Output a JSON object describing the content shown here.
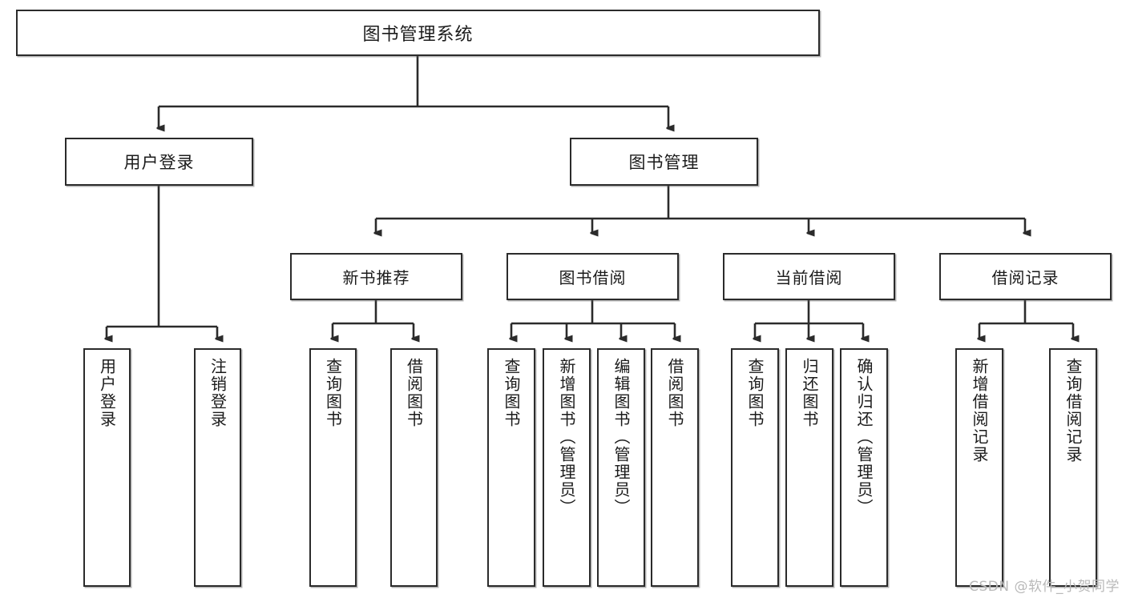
{
  "diagram": {
    "title": "图书管理系统",
    "type": "tree",
    "orientation": "top-down",
    "watermark": "CSDN @软件_小贺同学",
    "colors": {
      "node_border": "#2b2b2b",
      "node_fill": "#ffffff",
      "edge": "#2b2b2b",
      "text": "#1b1b1b",
      "watermark": "#b9b9b9",
      "background": "#ffffff"
    },
    "nodes": {
      "root": {
        "label": "图书管理系统",
        "level": 0
      },
      "user_login": {
        "label": "用户登录",
        "level": 1
      },
      "book_manage": {
        "label": "图书管理",
        "level": 1
      },
      "new_book_rec": {
        "label": "新书推荐",
        "level": 2
      },
      "book_borrow": {
        "label": "图书借阅",
        "level": 2
      },
      "current_borrow": {
        "label": "当前借阅",
        "level": 2
      },
      "borrow_record": {
        "label": "借阅记录",
        "level": 2
      },
      "leaf_user_login": {
        "label": "用户登录",
        "level": 3
      },
      "leaf_logout": {
        "label": "注销登录",
        "level": 3
      },
      "leaf_query_book_rec": {
        "label": "查询图书",
        "level": 3
      },
      "leaf_borrow_book_rec": {
        "label": "借阅图书",
        "level": 3
      },
      "leaf_query_book_borrow": {
        "label": "查询图书",
        "level": 3
      },
      "leaf_add_book": {
        "label": "新增图书（管理员）",
        "level": 3
      },
      "leaf_edit_book": {
        "label": "编辑图书（管理员）",
        "level": 3
      },
      "leaf_borrow_book": {
        "label": "借阅图书",
        "level": 3
      },
      "leaf_query_book_cur": {
        "label": "查询图书",
        "level": 3
      },
      "leaf_return_book": {
        "label": "归还图书",
        "level": 3
      },
      "leaf_confirm_return": {
        "label": "确认归还（管理员）",
        "level": 3
      },
      "leaf_add_record": {
        "label": "新增借阅记录",
        "level": 3
      },
      "leaf_query_record": {
        "label": "查询借阅记录",
        "level": 3
      }
    },
    "edges": [
      {
        "from": "root",
        "to": "user_login"
      },
      {
        "from": "root",
        "to": "book_manage"
      },
      {
        "from": "user_login",
        "to": "leaf_user_login"
      },
      {
        "from": "user_login",
        "to": "leaf_logout"
      },
      {
        "from": "book_manage",
        "to": "new_book_rec"
      },
      {
        "from": "book_manage",
        "to": "book_borrow"
      },
      {
        "from": "book_manage",
        "to": "current_borrow"
      },
      {
        "from": "book_manage",
        "to": "borrow_record"
      },
      {
        "from": "new_book_rec",
        "to": "leaf_query_book_rec"
      },
      {
        "from": "new_book_rec",
        "to": "leaf_borrow_book_rec"
      },
      {
        "from": "book_borrow",
        "to": "leaf_query_book_borrow"
      },
      {
        "from": "book_borrow",
        "to": "leaf_add_book"
      },
      {
        "from": "book_borrow",
        "to": "leaf_edit_book"
      },
      {
        "from": "book_borrow",
        "to": "leaf_borrow_book"
      },
      {
        "from": "current_borrow",
        "to": "leaf_query_book_cur"
      },
      {
        "from": "current_borrow",
        "to": "leaf_return_book"
      },
      {
        "from": "current_borrow",
        "to": "leaf_confirm_return"
      },
      {
        "from": "borrow_record",
        "to": "leaf_add_record"
      },
      {
        "from": "borrow_record",
        "to": "leaf_query_record"
      }
    ]
  }
}
